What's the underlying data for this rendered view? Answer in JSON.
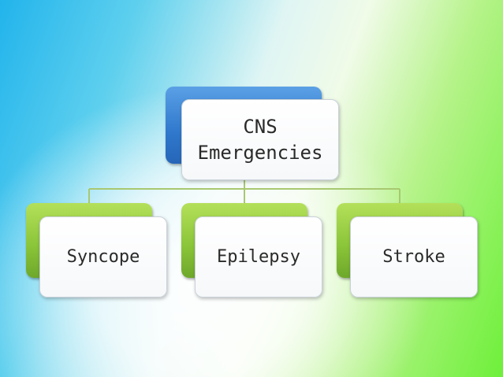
{
  "diagram": {
    "root": {
      "lines": [
        "CNS",
        "Emergencies"
      ],
      "back_color": "#2f78cc"
    },
    "children": [
      {
        "label": "Syncope",
        "back_color": "#8cc63a"
      },
      {
        "label": "Epilepsy",
        "back_color": "#8cc63a"
      },
      {
        "label": "Stroke",
        "back_color": "#8cc63a"
      }
    ],
    "connector_color": "#a8c870"
  }
}
